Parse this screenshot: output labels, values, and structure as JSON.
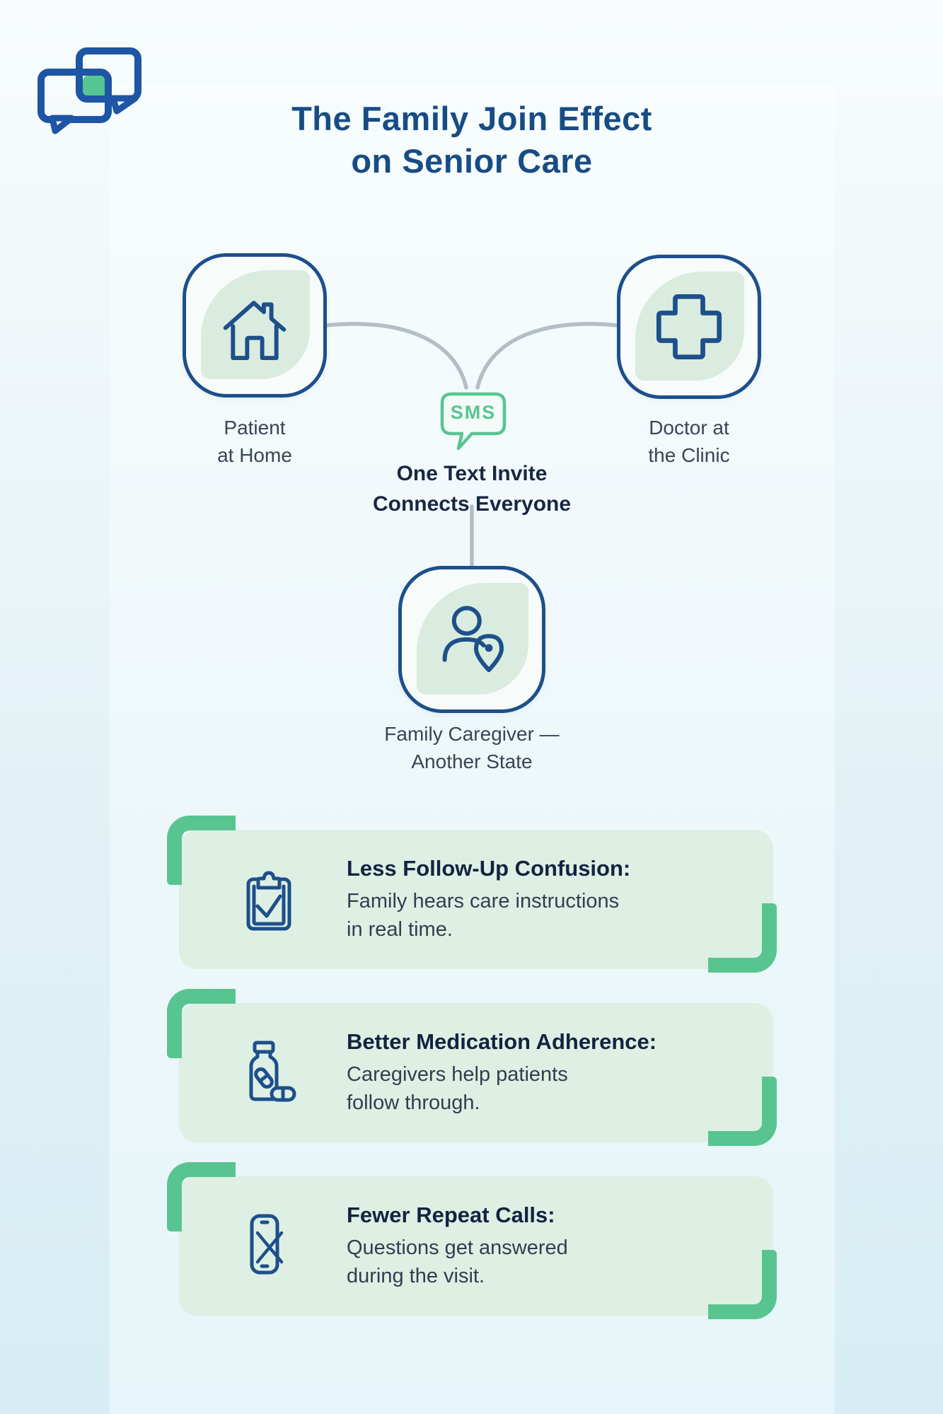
{
  "title": {
    "line1": "The Family Join Effect",
    "line2": "on Senior Care"
  },
  "logo": {
    "icon": "chat-bubbles-logo",
    "stroke_color": "#1e55a4",
    "accent_color": "#57c591"
  },
  "diagram": {
    "sms_badge": {
      "label": "SMS",
      "icon": "sms-speech-bubble-icon",
      "color": "#57c591"
    },
    "center_text": {
      "line1": "One Text Invite",
      "line2": "Connects Everyone"
    },
    "nodes": [
      {
        "icon": "house-icon",
        "label1": "Patient",
        "label2": "at Home"
      },
      {
        "icon": "medical-cross-icon",
        "label1": "Doctor at",
        "label2": "the Clinic"
      },
      {
        "icon": "caregiver-location-icon",
        "label1": "Family Caregiver —",
        "label2": "Another State"
      }
    ]
  },
  "cards": [
    {
      "icon": "clipboard-check-icon",
      "title": "Less Follow-Up Confusion:",
      "body1": "Family hears care instructions",
      "body2": "in real time."
    },
    {
      "icon": "medication-bottle-icon",
      "title": "Better Medication Adherence:",
      "body1": "Caregivers help patients",
      "body2": "follow through."
    },
    {
      "icon": "phone-x-icon",
      "title": "Fewer Repeat Calls:",
      "body1": "Questions get answered",
      "body2": "during the visit."
    }
  ],
  "colors": {
    "navy_stroke": "#1d4f8b",
    "title_navy": "#174c85",
    "green_accent": "#57c591",
    "leaf_green": "#d9ecdf",
    "card_green": "#def0e4",
    "dark_text": "#142340",
    "body_text": "#333e4e",
    "label_text": "#3a4454",
    "connector_gray": "#b4bec5"
  }
}
